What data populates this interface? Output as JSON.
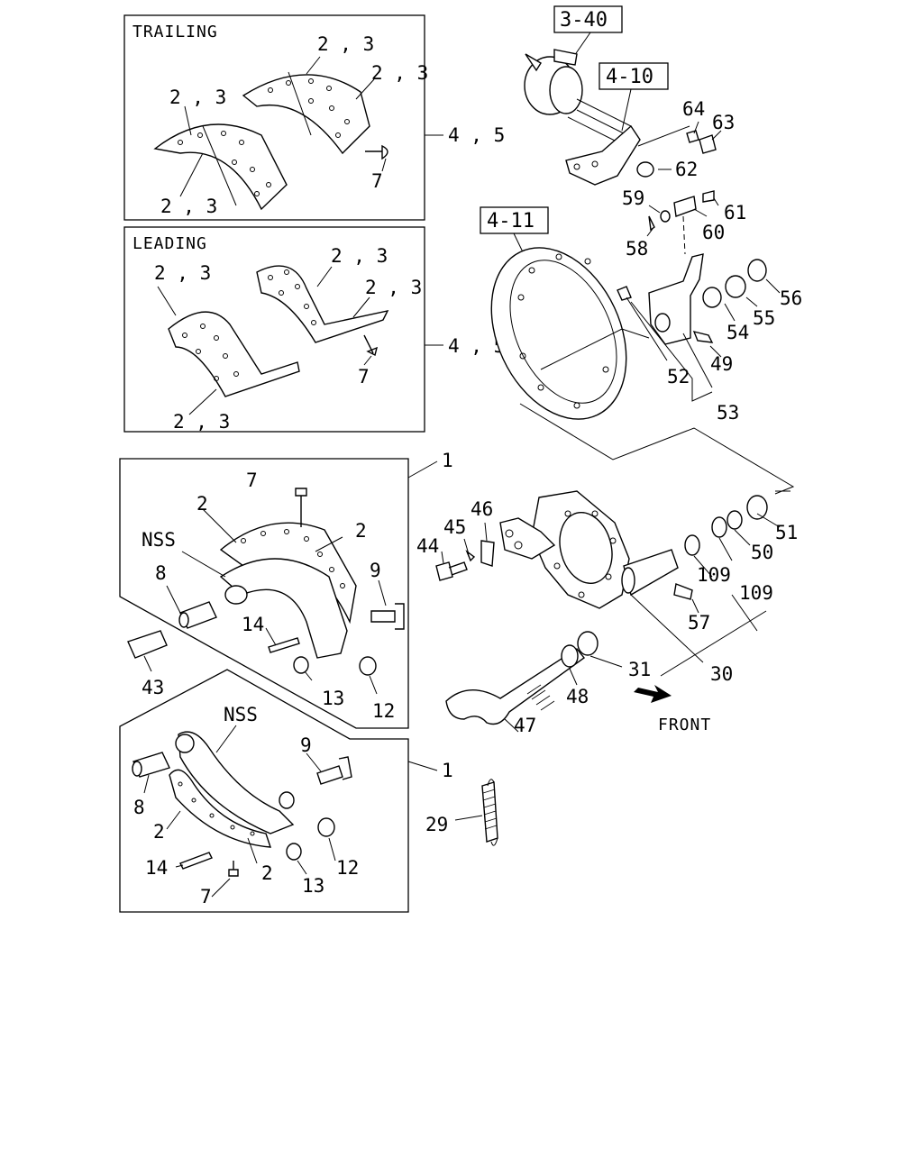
{
  "panels": {
    "trailing": {
      "caption": "TRAILING",
      "ref": "4 , 5"
    },
    "leading": {
      "caption": "LEADING",
      "ref": "4 , 5"
    },
    "shoe_upper": {
      "ref": "1",
      "nss": "NSS"
    },
    "shoe_lower": {
      "ref": "1",
      "nss": "NSS"
    }
  },
  "refs": {
    "r340": "3-40",
    "r410": "4-10",
    "r411": "4-11"
  },
  "front_label": "FRONT",
  "labels": {
    "t1": "2 , 3",
    "t2": "2 , 3",
    "t3": "2 , 3",
    "t4": "2 , 3",
    "t7": "7",
    "l1": "2 , 3",
    "l2": "2 , 3",
    "l3": "2 , 3",
    "l4": "2 , 3",
    "l7": "7",
    "u7": "7",
    "u2a": "2",
    "u2b": "2",
    "u8": "8",
    "u9": "9",
    "u14": "14",
    "u13": "13",
    "u12": "12",
    "u43": "43",
    "w8": "8",
    "w9": "9",
    "w2a": "2",
    "w2b": "2",
    "w14": "14",
    "w7": "7",
    "w13": "13",
    "w12": "12",
    "n64": "64",
    "n63": "63",
    "n62": "62",
    "n59": "59",
    "n61": "61",
    "n60": "60",
    "n58": "58",
    "n56": "56",
    "n55": "55",
    "n54": "54",
    "n49": "49",
    "n52": "52",
    "n53": "53",
    "n51": "51",
    "n50": "50",
    "n109a": "109",
    "n109b": "109",
    "n57": "57",
    "n30": "30",
    "n31": "31",
    "n48": "48",
    "n47": "47",
    "n44": "44",
    "n45": "45",
    "n46": "46",
    "n29": "29"
  }
}
